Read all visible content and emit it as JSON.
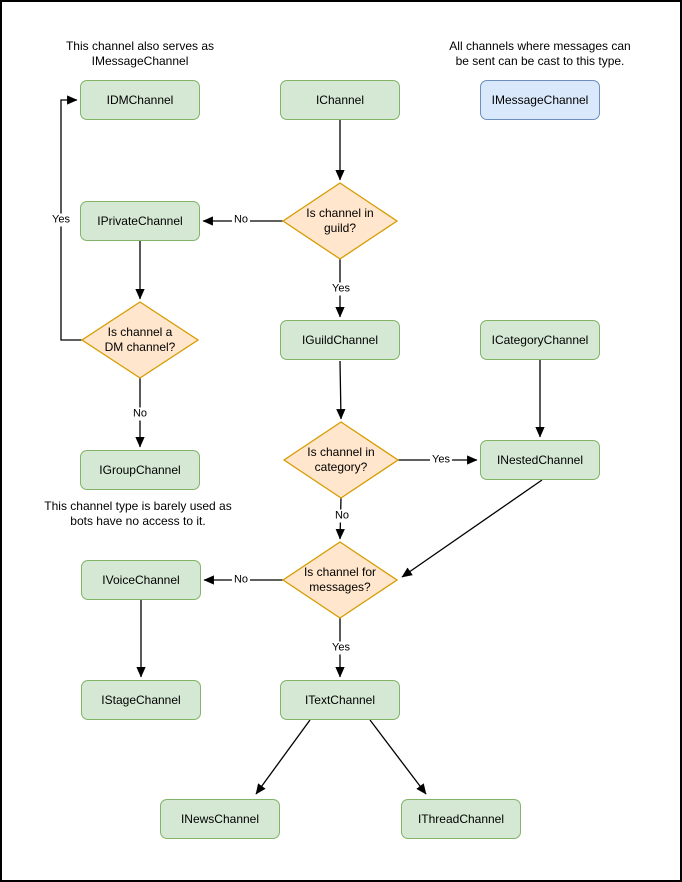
{
  "colors": {
    "node_fill": "#d5e8d4",
    "node_stroke": "#82b366",
    "decision_fill": "#ffe6cc",
    "decision_stroke": "#d79b00",
    "message_fill": "#dae8fc",
    "message_stroke": "#6c8ebf",
    "edge": "#000000",
    "text": "#000000",
    "canvas_bg": "#ffffff",
    "frame": "#000000"
  },
  "annotations": {
    "serves_as": {
      "line1": "This channel also serves as",
      "line2": "IMessageChannel"
    },
    "cast_type": {
      "line1": "All channels where messages can",
      "line2": "be sent can be cast to this type."
    },
    "barely_used": {
      "line1": "This channel type is barely used as",
      "line2": "bots have no access to it."
    }
  },
  "nodes": {
    "idm": {
      "label": "IDMChannel"
    },
    "ichannel": {
      "label": "IChannel"
    },
    "imessage": {
      "label": "IMessageChannel"
    },
    "iprivate": {
      "label": "IPrivateChannel"
    },
    "iguild": {
      "label": "IGuildChannel"
    },
    "icategory": {
      "label": "ICategoryChannel"
    },
    "igroup": {
      "label": "IGroupChannel"
    },
    "inested": {
      "label": "INestedChannel"
    },
    "ivoice": {
      "label": "IVoiceChannel"
    },
    "istage": {
      "label": "IStageChannel"
    },
    "itext": {
      "label": "ITextChannel"
    },
    "inews": {
      "label": "INewsChannel"
    },
    "ithread": {
      "label": "IThreadChannel"
    }
  },
  "decisions": {
    "in_guild": {
      "line1": "Is channel in",
      "line2": "guild?"
    },
    "is_dm": {
      "line1": "Is channel a",
      "line2": "DM channel?"
    },
    "in_category": {
      "line1": "Is channel in",
      "line2": "category?"
    },
    "for_messages": {
      "line1": "Is channel for",
      "line2": "messages?"
    }
  },
  "edge_labels": {
    "guild_no": "No",
    "guild_yes": "Yes",
    "dm_yes": "Yes",
    "dm_no": "No",
    "category_yes": "Yes",
    "category_no": "No",
    "messages_no": "No",
    "messages_yes": "Yes"
  }
}
